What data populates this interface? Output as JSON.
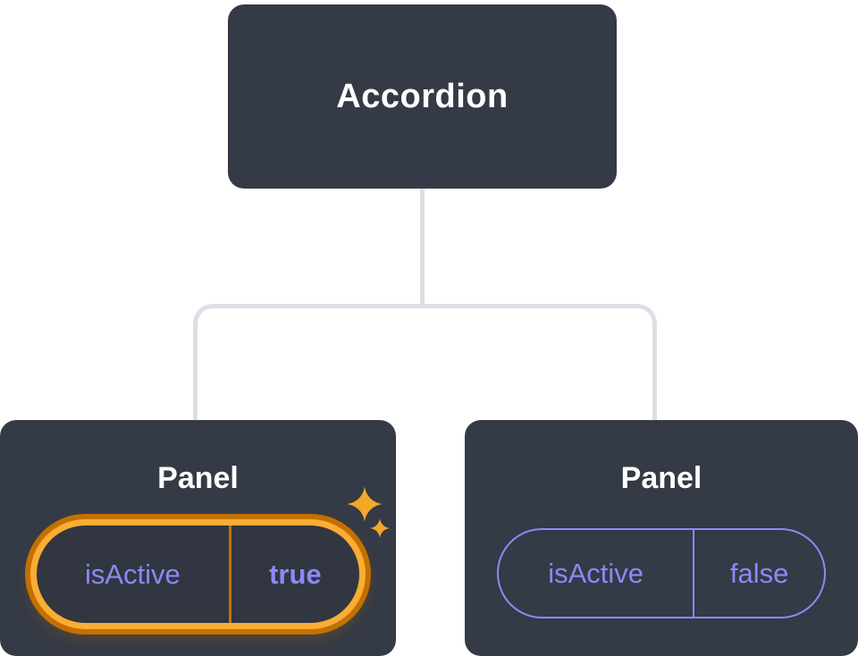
{
  "diagram": "accordion-component-tree",
  "tree": {
    "root": {
      "label": "Accordion"
    },
    "children": [
      {
        "label": "Panel",
        "prop": {
          "name": "isActive",
          "value": "true"
        },
        "highlighted": true
      },
      {
        "label": "Panel",
        "prop": {
          "name": "isActive",
          "value": "false"
        },
        "highlighted": false
      }
    ]
  },
  "icons": {
    "sparkle_large": "sparkle-icon",
    "sparkle_small": "sparkle-icon"
  },
  "colors": {
    "page_background": "#ffffff",
    "node_background": "#343a46",
    "node_text": "#ffffff",
    "connector": "#dcdfe5",
    "prop_purple": "#8c88f8",
    "highlight_gold": "#f9ad33",
    "highlight_orange": "#c47000",
    "pill_inner_background": "#313641",
    "sparkle_gold": "#f5a728"
  }
}
